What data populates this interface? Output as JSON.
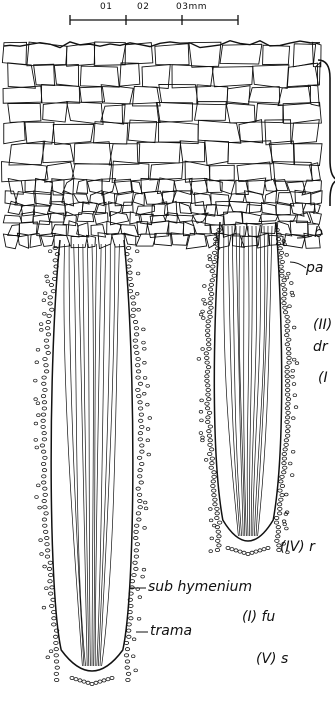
{
  "scale": {
    "labels": [
      "01",
      "02",
      "03mm"
    ]
  },
  "labels": {
    "b_partial": "b",
    "pa_partial": "pa",
    "ii_partial": "(II)",
    "dr_partial": "dr",
    "iii_partial": "(I",
    "iv_partial": "(IV) r",
    "sub_hymenium": "sub hymenium",
    "trama": "trama",
    "i_partial": "(I) fu",
    "v_partial": "(V) s"
  },
  "colors": {
    "ink": "#111111",
    "paper": "#ffffff"
  }
}
